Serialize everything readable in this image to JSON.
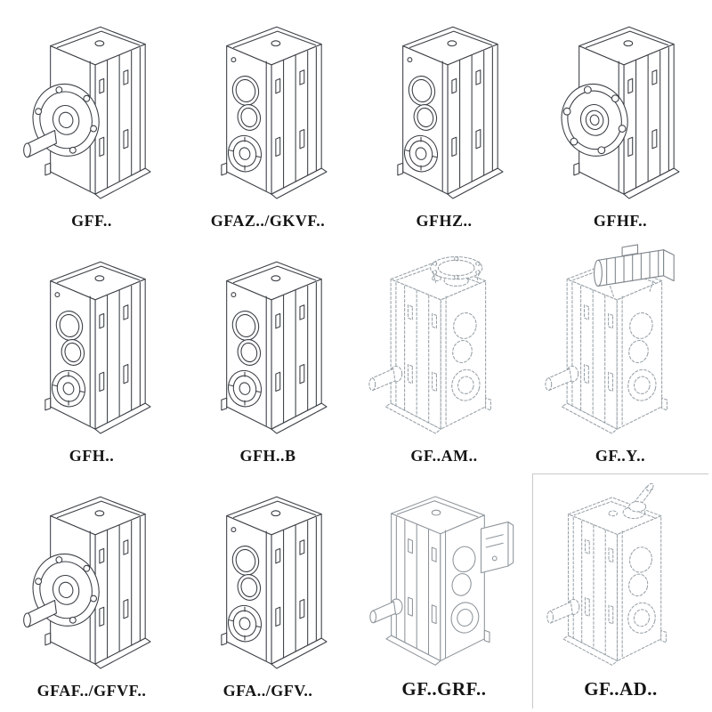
{
  "catalog": {
    "items": [
      {
        "label": "GFF..",
        "drawing": "gearbox-output-flange-with-solid-shaft-drawing",
        "symbol": "#gb-flange-shaft",
        "line_style": "solid-black"
      },
      {
        "label": "GFAZ../GKVF..",
        "drawing": "gearbox-front-bores-hollow-shaft-drawing",
        "symbol": "#gb-bores",
        "line_style": "solid-black"
      },
      {
        "label": "GFHZ..",
        "drawing": "gearbox-front-bores-hollow-shaft-drawing",
        "symbol": "#gb-bores",
        "line_style": "solid-black"
      },
      {
        "label": "GFHF..",
        "drawing": "gearbox-bolt-hole-flange-drawing",
        "symbol": "#gb-flange-holes",
        "line_style": "solid-black"
      },
      {
        "label": "GFH..",
        "drawing": "gearbox-front-bores-hollow-shaft-drawing",
        "symbol": "#gb-bores",
        "line_style": "solid-black"
      },
      {
        "label": "GFH..B",
        "drawing": "gearbox-front-bores-hollow-shaft-drawing",
        "symbol": "#gb-bores",
        "line_style": "solid-black"
      },
      {
        "label": "GF..AM..",
        "drawing": "gearbox-with-input-flange-phantom-drawing",
        "symbol": "#gb-am",
        "line_style": "dashed-gray"
      },
      {
        "label": "GF..Y..",
        "drawing": "gearbox-with-mounted-motor-phantom-drawing",
        "symbol": "#gb-y",
        "line_style": "dashed-gray"
      },
      {
        "label": "GFAF../GFVF..",
        "drawing": "gearbox-output-flange-with-solid-shaft-drawing",
        "symbol": "#gb-flange-shaft",
        "line_style": "solid-black"
      },
      {
        "label": "GFA../GFV..",
        "drawing": "gearbox-front-bores-hollow-shaft-drawing",
        "symbol": "#gb-bores",
        "line_style": "solid-black"
      },
      {
        "label": "GF..GRF..",
        "drawing": "gearbox-with-side-mounted-box-drawing",
        "symbol": "#gb-grf",
        "line_style": "light-gray"
      },
      {
        "label": "GF..AD..",
        "drawing": "gearbox-with-top-input-shaft-phantom-drawing",
        "symbol": "#gb-ad",
        "line_style": "dashed-gray"
      }
    ]
  },
  "colors": {
    "background": "#ffffff",
    "ink": "#3a3f45",
    "phantom_gray": "#98a1a7",
    "light_gray": "#8d949a",
    "label_text": "#151515"
  }
}
